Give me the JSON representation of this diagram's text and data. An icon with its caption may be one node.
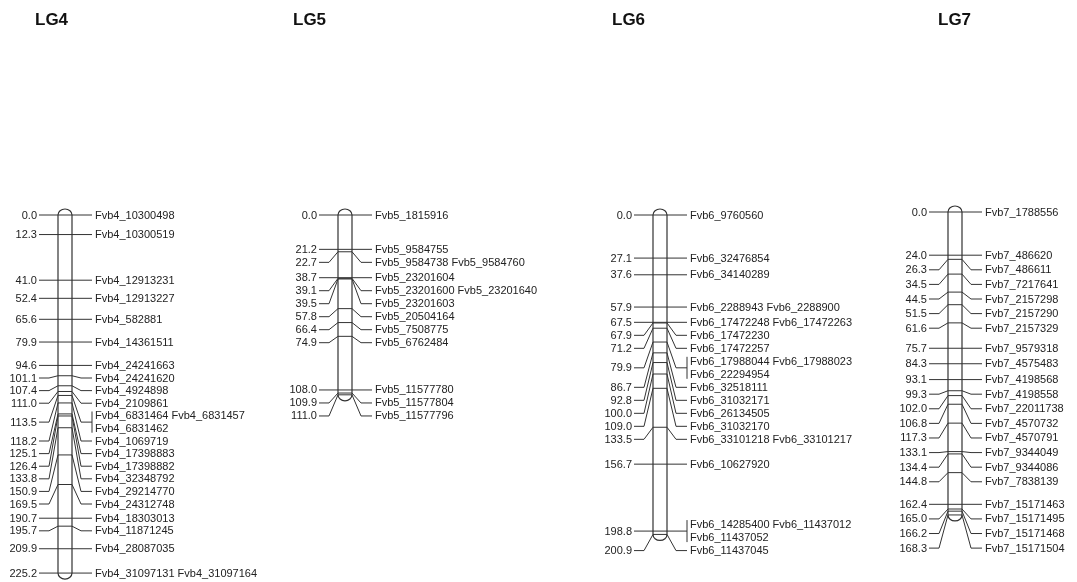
{
  "diagram": {
    "nodes": [
      {
        "text": [
          "LG4"
        ]
      },
      {
        "text": [
          "LG5"
        ]
      },
      {
        "text": [
          "LG6"
        ]
      },
      {
        "text": [
          "LG7"
        ]
      }
    ],
    "labels": [
      "0.0",
      "Fvb4_10300498",
      "12.3",
      "Fvb4_10300519",
      "41.0",
      "Fvb4_12913231",
      "52.4",
      "Fvb4_12913227",
      "65.6",
      "Fvb4_582881",
      "79.9",
      "Fvb4_14361511",
      "94.6",
      "Fvb4_24241663",
      "101.1",
      "Fvb4_24241620",
      "107.4",
      "Fvb4_4924898",
      "111.0",
      "Fvb4_2109861",
      "113.5",
      "Fvb4_6831464 Fvb4_6831457",
      "Fvb4_6831462",
      "118.2",
      "Fvb4_1069719",
      "125.1",
      "Fvb4_17398883",
      "126.4",
      "Fvb4_17398882",
      "133.8",
      "Fvb4_32348792",
      "150.9",
      "Fvb4_29214770",
      "169.5",
      "Fvb4_24312748",
      "190.7",
      "Fvb4_18303013",
      "195.7",
      "Fvb4_11871245",
      "209.9",
      "Fvb4_28087035",
      "225.2",
      "Fvb4_31097131 Fvb4_31097164",
      "0.0",
      "Fvb5_1815916",
      "21.2",
      "Fvb5_9584755",
      "22.7",
      "Fvb5_9584738 Fvb5_9584760",
      "38.7",
      "Fvb5_23201604",
      "39.1",
      "Fvb5_23201600 Fvb5_23201640",
      "39.5",
      "Fvb5_23201603",
      "57.8",
      "Fvb5_20504164",
      "66.4",
      "Fvb5_7508775",
      "74.9",
      "Fvb5_6762484",
      "108.0",
      "Fvb5_11577780",
      "109.9",
      "Fvb5_11577804",
      "111.0",
      "Fvb5_11577796",
      "0.0",
      "Fvb6_9760560",
      "27.1",
      "Fvb6_32476854",
      "37.6",
      "Fvb6_34140289",
      "57.9",
      "Fvb6_2288943 Fvb6_2288900",
      "67.5",
      "Fvb6_17472248 Fvb6_17472263",
      "67.9",
      "Fvb6_17472230",
      "71.2",
      "Fvb6_17472257",
      "79.9",
      "Fvb6_17988044 Fvb6_17988023",
      "Fvb6_22294954",
      "86.7",
      "Fvb6_32518111",
      "92.8",
      "Fvb6_31032171",
      "100.0",
      "Fvb6_26134505",
      "109.0",
      "Fvb6_31032170",
      "133.5",
      "Fvb6_33101218 Fvb6_33101217",
      "156.7",
      "Fvb6_10627920",
      "198.8",
      "Fvb6_14285400 Fvb6_11437012",
      "Fvb6_11437052",
      "200.9",
      "Fvb6_11437045",
      "0.0",
      "Fvb7_1788556",
      "24.0",
      "Fvb7_486620",
      "26.3",
      "Fvb7_486611",
      "34.5",
      "Fvb7_7217641",
      "44.5",
      "Fvb7_2157298",
      "51.5",
      "Fvb7_2157290",
      "61.6",
      "Fvb7_2157329",
      "75.7",
      "Fvb7_9579318",
      "84.3",
      "Fvb7_4575483",
      "93.1",
      "Fvb7_4198568",
      "99.3",
      "Fvb7_4198558",
      "102.0",
      "Fvb7_22011738",
      "106.8",
      "Fvb7_4570732",
      "117.3",
      "Fvb7_4570791",
      "133.1",
      "Fvb7_9344049",
      "134.4",
      "Fvb7_9344086",
      "144.8",
      "Fvb7_7838139",
      "162.4",
      "Fvb7_15171463",
      "165.0",
      "Fvb7_15171495",
      "166.2",
      "Fvb7_15171468",
      "168.3",
      "Fvb7_15171504"
    ]
  }
}
